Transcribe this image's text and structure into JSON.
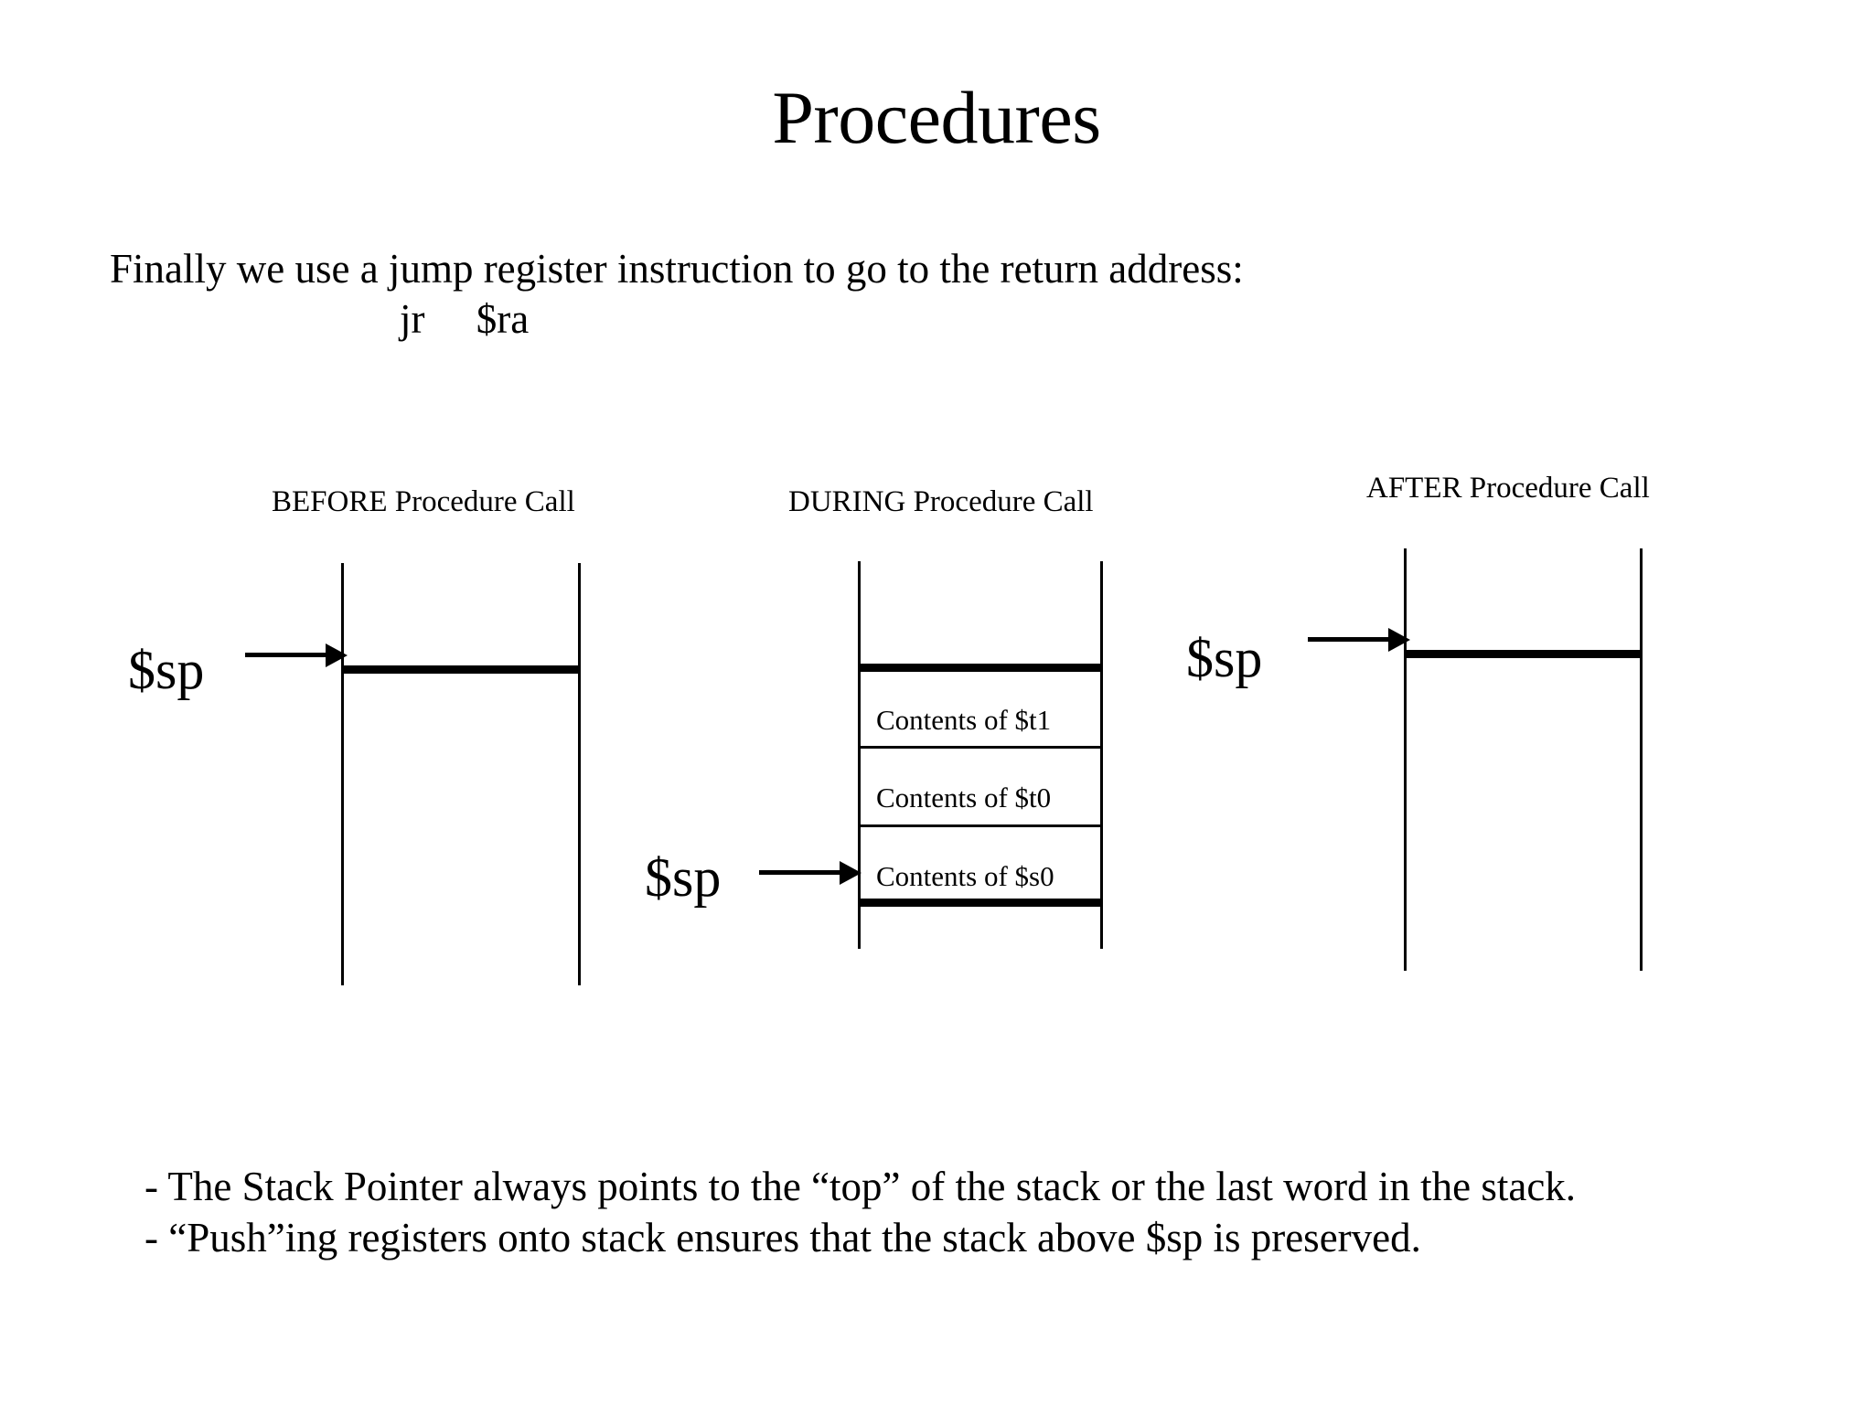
{
  "slide": {
    "title": "Procedures",
    "intro": {
      "sentence": "Finally we use a jump register instruction to go to the return address:",
      "instruction": "jr     $ra"
    },
    "diagrams": [
      {
        "id": "before",
        "caption": "BEFORE Procedure Call",
        "pointer_label": "$sp",
        "cells": []
      },
      {
        "id": "during",
        "caption": "DURING Procedure Call",
        "pointer_label": "$sp",
        "cells": [
          "Contents of $t1",
          "Contents of $t0",
          "Contents of $s0"
        ]
      },
      {
        "id": "after",
        "caption": "AFTER Procedure Call",
        "pointer_label": "$sp",
        "cells": []
      }
    ],
    "bullets": [
      "- The Stack Pointer always points to the “top” of the stack or the last word in the stack.",
      "- “Push”ing registers onto stack ensures that the stack above $sp is preserved."
    ],
    "colors": {
      "background": "#ffffff",
      "ink": "#000000"
    }
  }
}
